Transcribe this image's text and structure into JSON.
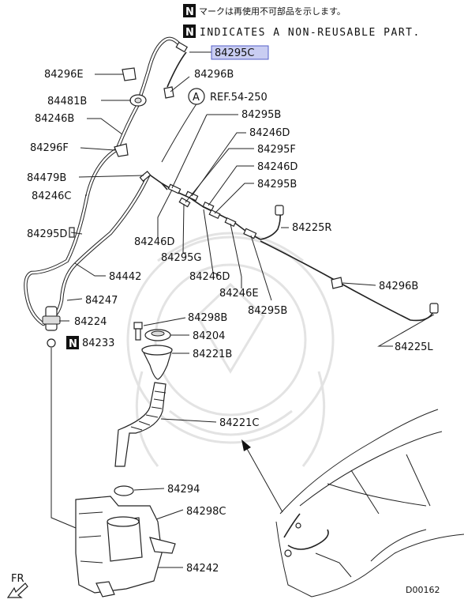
{
  "header": {
    "note_jp": "マークは再使用不可部品を示します。",
    "note_en": "INDICATES A NON-REUSABLE PART.",
    "n_mark": "N"
  },
  "reference": {
    "circle_letter": "A",
    "text": "REF.54-250"
  },
  "parts": {
    "p84295C": "84295C",
    "p84296E": "84296E",
    "p84296B_top": "84296B",
    "p84481B": "84481B",
    "p84246B": "84246B",
    "p84295B_1": "84295B",
    "p84246D_1": "84246D",
    "p84296F": "84296F",
    "p84295F": "84295F",
    "p84246D_2": "84246D",
    "p84479B": "84479B",
    "p84295B_2": "84295B",
    "p84246C": "84246C",
    "p84225R": "84225R",
    "p84295D": "84295D",
    "p84246D_3": "84246D",
    "p84295G": "84295G",
    "p84246D_4": "84246D",
    "p84442": "84442",
    "p84296B_right": "84296B",
    "p84246E": "84246E",
    "p84247": "84247",
    "p84295B_3": "84295B",
    "p84224": "84224",
    "p84298B": "84298B",
    "p84233": "84233",
    "p84204": "84204",
    "p84221B": "84221B",
    "p84225L": "84225L",
    "p84221C": "84221C",
    "p84294": "84294",
    "p84298C": "84298C",
    "p84242": "84242"
  },
  "footer": {
    "fr_label": "FR",
    "diagram_code": "D00162"
  },
  "colors": {
    "highlight_fill": "#c9cdf2",
    "highlight_stroke": "#5560c8",
    "ink": "#111111"
  }
}
